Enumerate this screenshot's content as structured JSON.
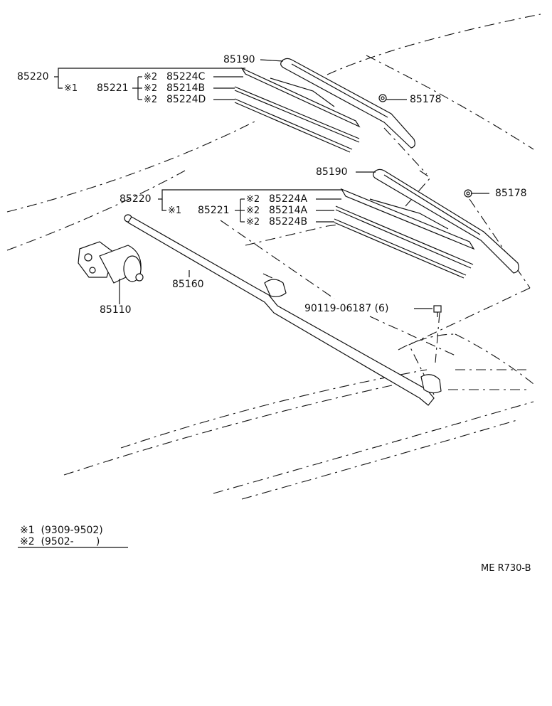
{
  "labels": {
    "arm_upper": "85190",
    "arm_lower": "85190",
    "nut_upper": "85178",
    "nut_lower": "85178",
    "blade_assy_upper": "85220",
    "blade_assy_lower": "85220",
    "note1_upper": "※1",
    "note1_lower": "※1",
    "blade_upper": "85221",
    "blade_lower": "85221",
    "upper_c_note": "※2",
    "upper_c_part": "85224C",
    "upper_b_note": "※2",
    "upper_b_part": "85214B",
    "upper_d_note": "※2",
    "upper_d_part": "85224D",
    "lower_a_note": "※2",
    "lower_a_part": "85224A",
    "lower_a2_note": "※2",
    "lower_a2_part": "85214A",
    "lower_b_note": "※2",
    "lower_b_part": "85224B",
    "link": "85160",
    "motor": "85110",
    "bolt": "90119-06187 (6)"
  },
  "legend": {
    "row1": "※1  (9309-9502)",
    "row2": "※2  (9502-       )"
  },
  "code": "ME R730-B"
}
